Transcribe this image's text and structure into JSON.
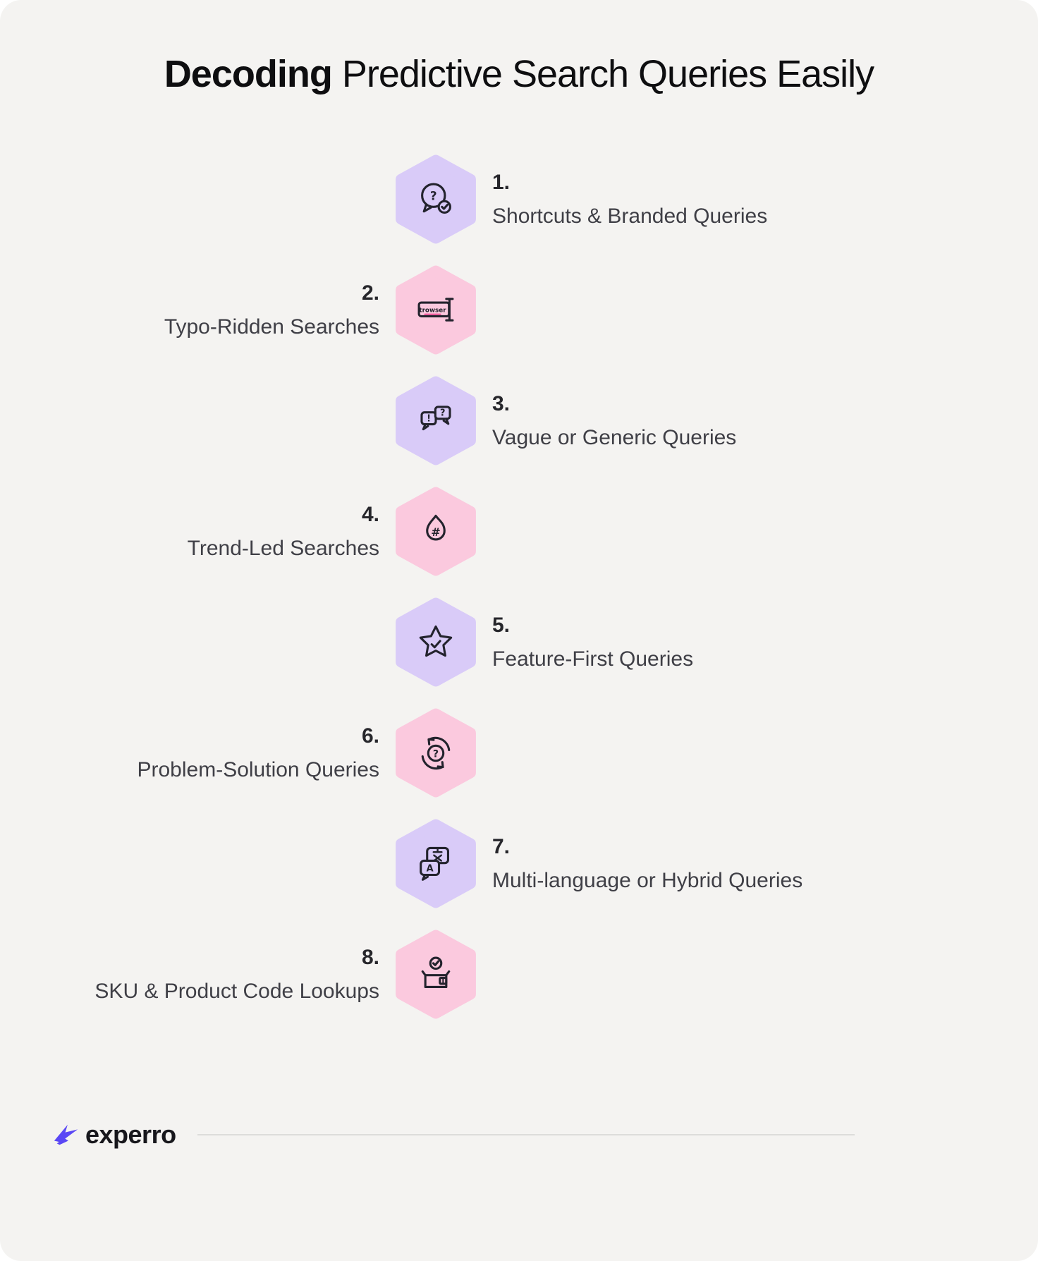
{
  "title": {
    "bold": "Decoding",
    "regular": "Predictive Search Queries Easily"
  },
  "items": [
    {
      "num": "1.",
      "label": "Shortcuts & Branded Queries",
      "side": "right",
      "color": "purple",
      "icon": "speech-bubble-question-check-icon"
    },
    {
      "num": "2.",
      "label": "Typo-Ridden Searches",
      "side": "left",
      "color": "pink",
      "icon": "browser-typo-icon",
      "icon_text": "trowser"
    },
    {
      "num": "3.",
      "label": "Vague or Generic Queries",
      "side": "right",
      "color": "purple",
      "icon": "chat-bubbles-exclamation-question-icon"
    },
    {
      "num": "4.",
      "label": "Trend-Led Searches",
      "side": "left",
      "color": "pink",
      "icon": "flame-hashtag-icon"
    },
    {
      "num": "5.",
      "label": "Feature-First Queries",
      "side": "right",
      "color": "purple",
      "icon": "star-check-icon"
    },
    {
      "num": "6.",
      "label": "Problem-Solution Queries",
      "side": "left",
      "color": "pink",
      "icon": "refresh-question-icon"
    },
    {
      "num": "7.",
      "label": "Multi-language or Hybrid Queries",
      "side": "right",
      "color": "purple",
      "icon": "translate-chat-icon"
    },
    {
      "num": "8.",
      "label": "SKU & Product Code Lookups",
      "side": "left",
      "color": "pink",
      "icon": "package-check-icon"
    }
  ],
  "icon_glyphs": {
    "question": "?",
    "exclamation": "!",
    "hashtag": "#",
    "latin": "A"
  },
  "colors": {
    "hex_purple": "#d9cbf8",
    "hex_pink": "#fbc9de",
    "card_background": "#f4f3f1",
    "title_text": "#0e0e10",
    "number_text": "#26262b",
    "label_text": "#3f3f46",
    "icon_stroke": "#23232d",
    "typo_underline": "#f0569b",
    "brand_purple": "#5a47f5",
    "divider": "#dcdcda"
  },
  "footer": {
    "brand": "experro"
  }
}
